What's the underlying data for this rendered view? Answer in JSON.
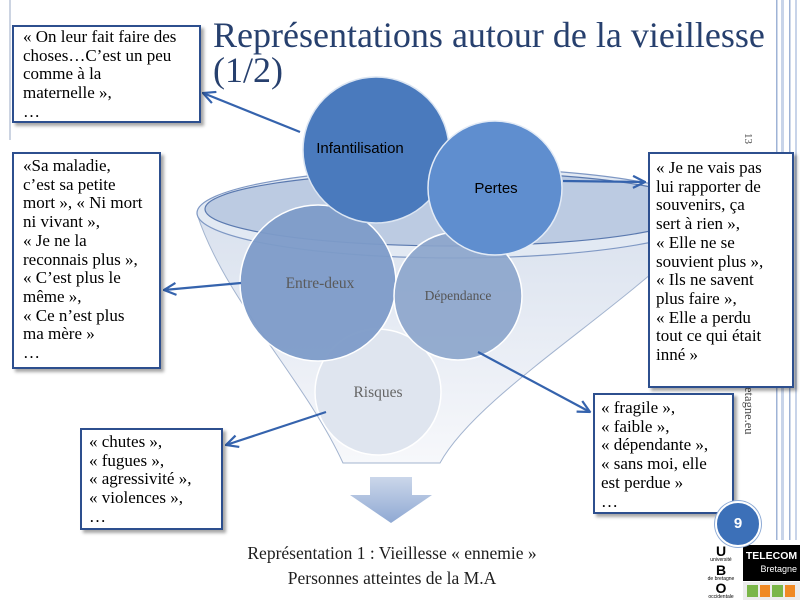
{
  "slide": {
    "title": {
      "line1": "Représentations autour de la vieillesse",
      "line2": "(1/2)"
    },
    "side_text": {
      "top": "13",
      "bottom": "etagne.eu"
    },
    "page_number": "9",
    "caption": {
      "line1": "Représentation 1 : Vieillesse « ennemie »",
      "line2": "Personnes atteintes de la M.A"
    }
  },
  "diagram": {
    "circles": [
      {
        "label": "Infantilisation",
        "color": "#4a7abd"
      },
      {
        "label": "Pertes",
        "color": "#5f8ecf"
      },
      {
        "label": "Entre-deux",
        "color": "#7d9bc8"
      },
      {
        "label": "Dépendance",
        "color": "#8ba4cb"
      },
      {
        "label": "Risques",
        "color": "#dfe5ef"
      }
    ],
    "arrow_color": "#3563ad"
  },
  "quotes": {
    "infantilisation": "« On leur fait faire des\nchoses…C’est un peu\ncomme à la\nmaternelle »,\n…",
    "entre_deux": "«Sa maladie,\nc’est sa petite\nmort », « Ni mort\nni vivant »,\n« Je ne la\nreconnais plus »,\n« C’est plus le\nmême »,\n« Ce n’est plus\nma mère »\n…",
    "pertes": "« Je ne vais pas\nlui rapporter de\nsouvenirs, ça\nsert à rien »,\n« Elle ne se\nsouvient plus »,\n« Ils ne savent\nplus faire »,\n« Elle a perdu\ntout ce qui était\ninné »",
    "risques": "« chutes »,\n« fugues »,\n« agressivité »,\n« violences »,\n…",
    "dependance": "« fragile »,\n« faible »,\n« dépendante »,\n« sans moi, elle\nest perdue »\n…"
  },
  "logos": {
    "ubo": {
      "letters": [
        "U",
        "B",
        "O"
      ],
      "words": [
        "université",
        "de bretagne",
        "occidentale"
      ]
    },
    "telecom": {
      "line1": "TELECOM",
      "line2": "Bretagne"
    }
  },
  "colors": {
    "title": "#27406e",
    "box_border": "#2d4f8e",
    "page_badge": "#3c70b8"
  }
}
